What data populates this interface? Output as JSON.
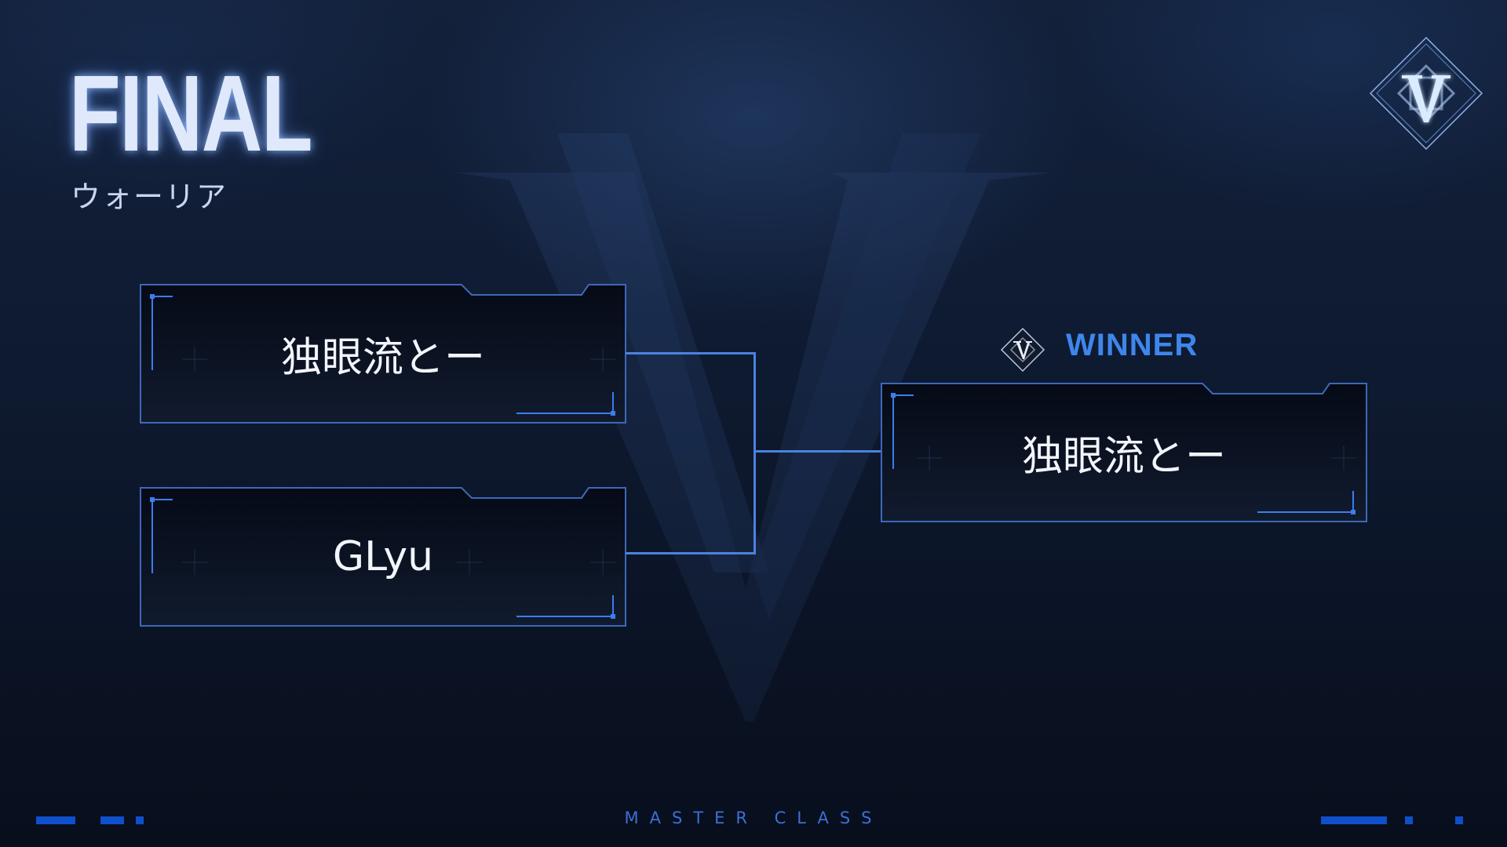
{
  "header": {
    "title": "FINAL",
    "subtitle": "ウォーリア"
  },
  "bracket": {
    "semifinal": [
      {
        "player": "独眼流とー"
      },
      {
        "player": "GLyu"
      }
    ],
    "winner": {
      "label": "WINNER",
      "player": "独眼流とー"
    }
  },
  "footer": {
    "text": "MASTER CLASS"
  },
  "icons": {
    "logo": "v-diamond-emblem",
    "winner_badge": "v-diamond-icon"
  },
  "colors": {
    "accent": "#4c82de",
    "winner_label": "#3f86ec",
    "footer_bar": "#0f4fcc",
    "background": "#0b1426"
  }
}
